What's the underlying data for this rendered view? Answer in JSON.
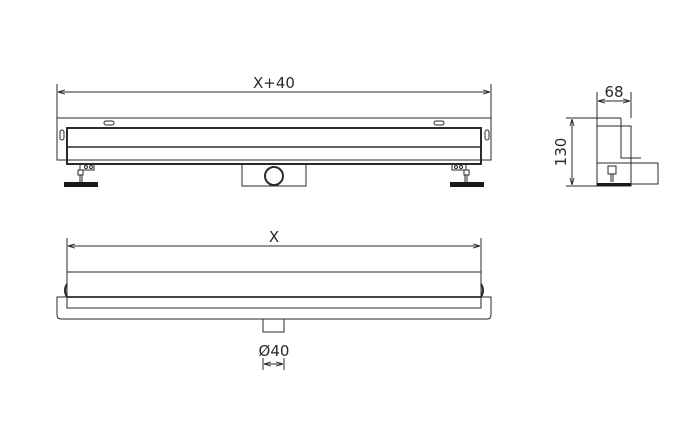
{
  "drawing": {
    "top_view": {
      "overall_length_label": "X+40"
    },
    "side_view": {
      "width_label": "68",
      "height_label": "130"
    },
    "front_view": {
      "grate_length_label": "X",
      "outlet_diameter_label": "Ø40"
    }
  },
  "colors": {
    "line": "#2a2a2a",
    "fill_dark": "#1a1a1a",
    "background": "#ffffff"
  }
}
